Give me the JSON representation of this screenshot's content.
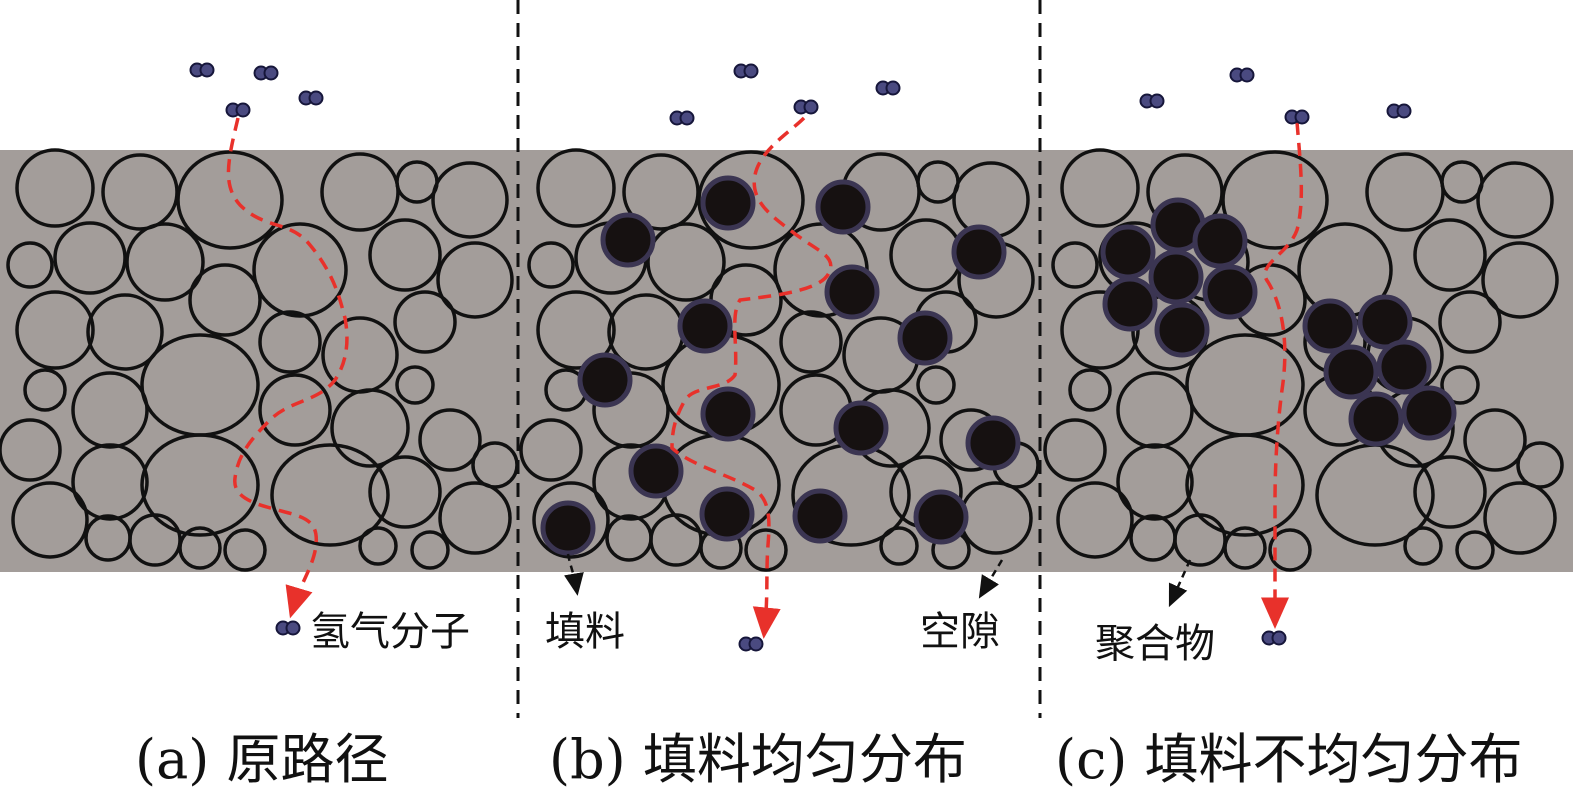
{
  "panels": [
    {
      "id": "a",
      "caption": "(a) 原路径"
    },
    {
      "id": "b",
      "caption": "(b) 填料均匀分布"
    },
    {
      "id": "c",
      "caption": "(c) 填料不均匀分布"
    }
  ],
  "labels": {
    "hydrogen": "氢气分子",
    "filler": "填料",
    "void": "空隙",
    "polymer": "聚合物"
  },
  "colors": {
    "matrix": "#a39d9a",
    "circle_stroke": "#111111",
    "filler_fill": "#161111",
    "filler_stroke": "#3b3552",
    "path": "#e8312b",
    "molecule_fill": "#4a4a80",
    "molecule_stroke": "#16163a"
  },
  "icons": {
    "molecule": "hydrogen-molecule-icon",
    "arrow": "pointer-arrow-icon"
  }
}
